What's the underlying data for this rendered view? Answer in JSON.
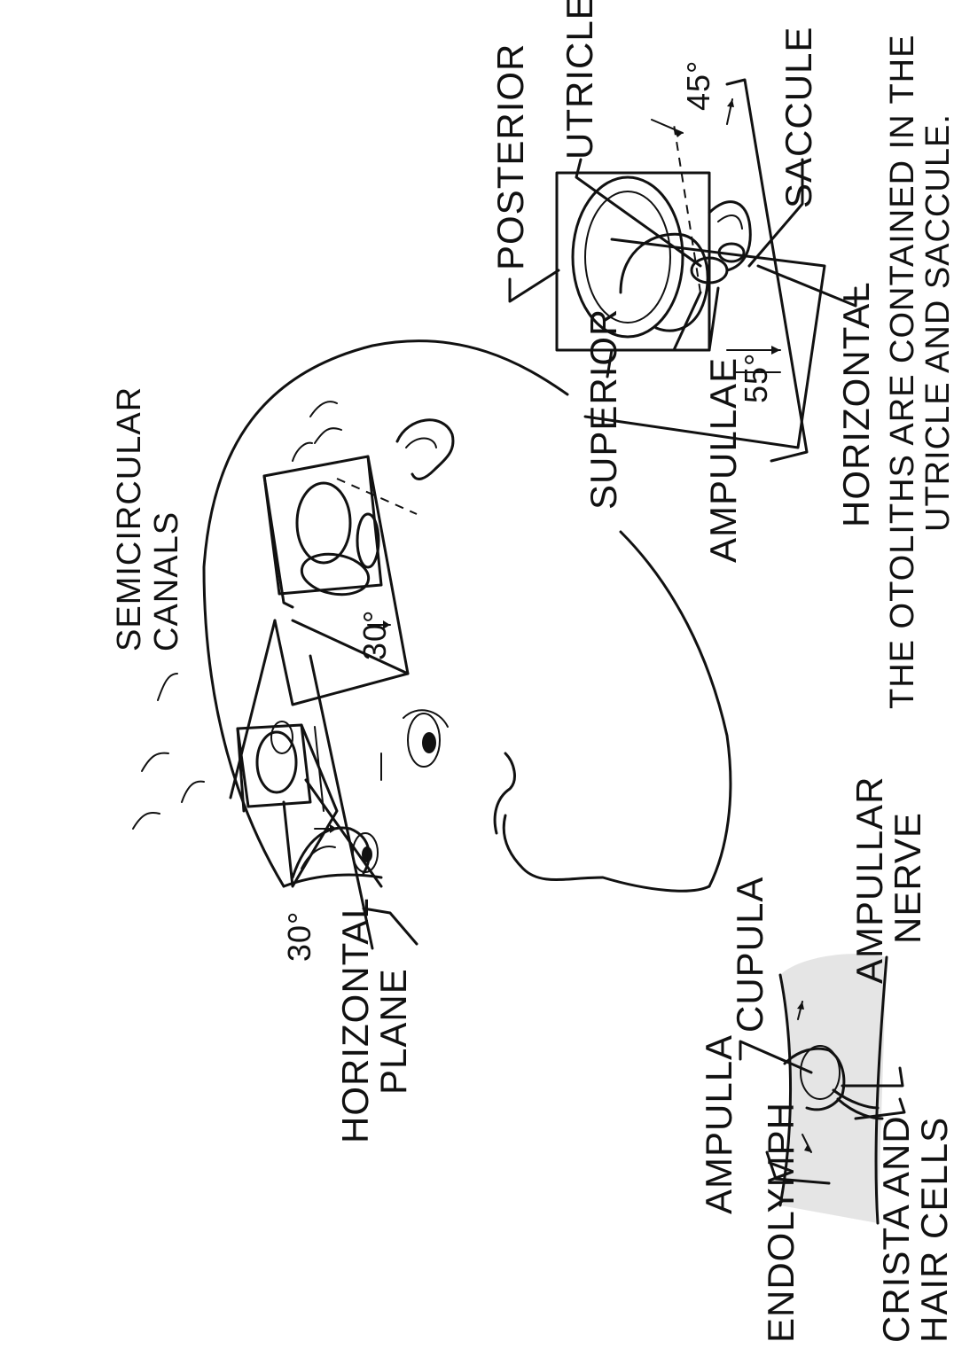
{
  "labels": {
    "semicircular_line1": "SEMICIRCULAR",
    "semicircular_line2": "CANALS",
    "horizontal_plane_line1": "HORIZONTAL",
    "horizontal_plane_line2": "PLANE",
    "deg_30_left": "30°",
    "deg_30_right": "30°",
    "posterior": "POSTERIOR",
    "utricle": "UTRICLE",
    "saccule": "SACCULE",
    "superior": "SUPERIOR",
    "ampullae": "AMPULLAE",
    "horizontal": "HORIZONTAL",
    "deg_45": "45°",
    "deg_55": "55°",
    "otoliths_line1": "THE OTOLITHS ARE CONTAINED IN THE",
    "otoliths_line2": "UTRICLE AND SACCULE.",
    "ampulla": "AMPULLA",
    "cupula": "CUPULA",
    "ampullar_nerve_line1": "AMPULLAR",
    "ampullar_nerve_line2": "NERVE",
    "endolymph": "ENDOLYMPH",
    "crista_line1": "CRISTA AND",
    "crista_line2": "HAIR CELLS"
  }
}
